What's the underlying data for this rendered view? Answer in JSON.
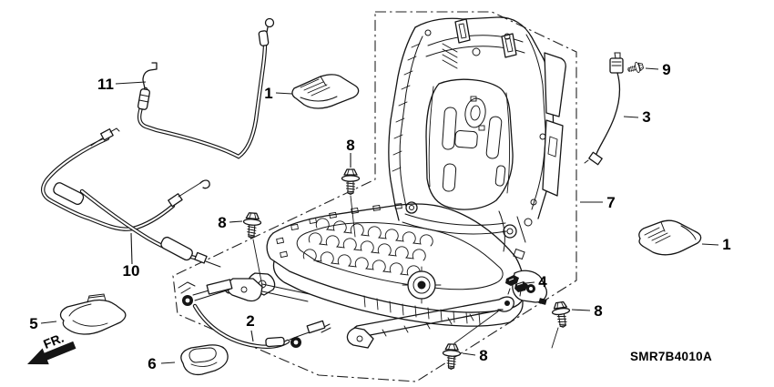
{
  "diagram": {
    "code": "SMR7B4010A",
    "fr_label": "FR.",
    "background_color": "#ffffff",
    "line_color": "#151515"
  },
  "callouts": [
    {
      "num": "11",
      "target": "release-cable-upper"
    },
    {
      "num": "1",
      "target": "rail-end-cover-left"
    },
    {
      "num": "8",
      "target": "flange-bolt-top"
    },
    {
      "num": "9",
      "target": "harness-screw"
    },
    {
      "num": "3",
      "target": "harness-cord"
    },
    {
      "num": "7",
      "target": "seat-frame-assembly"
    },
    {
      "num": "8",
      "target": "flange-bolt-left"
    },
    {
      "num": "1",
      "target": "rail-end-cover-right"
    },
    {
      "num": "4",
      "target": "harness-clip"
    },
    {
      "num": "8",
      "target": "flange-bolt-right"
    },
    {
      "num": "10",
      "target": "release-cable-lower"
    },
    {
      "num": "5",
      "target": "foot-cover-outer"
    },
    {
      "num": "2",
      "target": "lap-cable"
    },
    {
      "num": "6",
      "target": "foot-cover-round"
    },
    {
      "num": "8",
      "target": "flange-bolt-bottom"
    }
  ]
}
